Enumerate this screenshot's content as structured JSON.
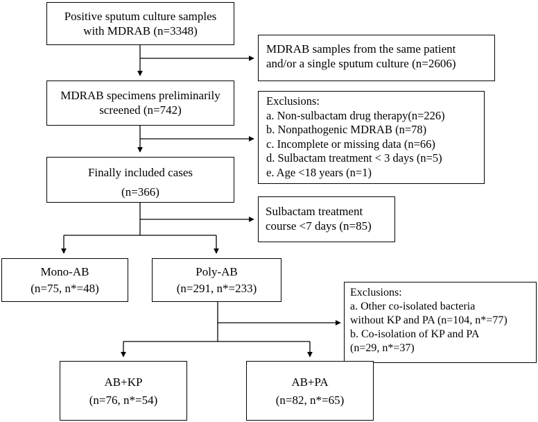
{
  "boxes": {
    "positive": {
      "lines": [
        "Positive sputum culture samples",
        "with MDRAB (n=3348)"
      ]
    },
    "same_patient": {
      "lines": [
        "MDRAB samples from the same patient",
        "and/or a single sputum culture (n=2606)"
      ]
    },
    "screened": {
      "lines": [
        "MDRAB specimens preliminarily",
        "screened (n=742)"
      ]
    },
    "exclusions1": {
      "lines": [
        "Exclusions:",
        "a. Non-sulbactam drug therapy(n=226)",
        "b. Nonpathogenic MDRAB (n=78)",
        "c. Incomplete or missing data (n=66)",
        "d. Sulbactam treatment < 3 days (n=5)",
        "e. Age <18 years (n=1)"
      ]
    },
    "included": {
      "lines": [
        "Finally included cases",
        "(n=366)"
      ]
    },
    "short_course": {
      "lines": [
        "Sulbactam treatment",
        "course <7 days (n=85)"
      ]
    },
    "mono": {
      "lines": [
        "Mono-AB",
        "(n=75, n*=48)"
      ]
    },
    "poly": {
      "lines": [
        "Poly-AB",
        "(n=291, n*=233)"
      ]
    },
    "exclusions2": {
      "lines": [
        "Exclusions:",
        "a. Other co-isolated bacteria",
        "without KP and PA (n=104, n*=77)",
        "b. Co-isolation of KP and PA",
        "(n=29, n*=37)"
      ]
    },
    "ab_kp": {
      "lines": [
        "AB+KP",
        "(n=76, n*=54)"
      ]
    },
    "ab_pa": {
      "lines": [
        "AB+PA",
        "(n=82, n*=65)"
      ]
    }
  }
}
